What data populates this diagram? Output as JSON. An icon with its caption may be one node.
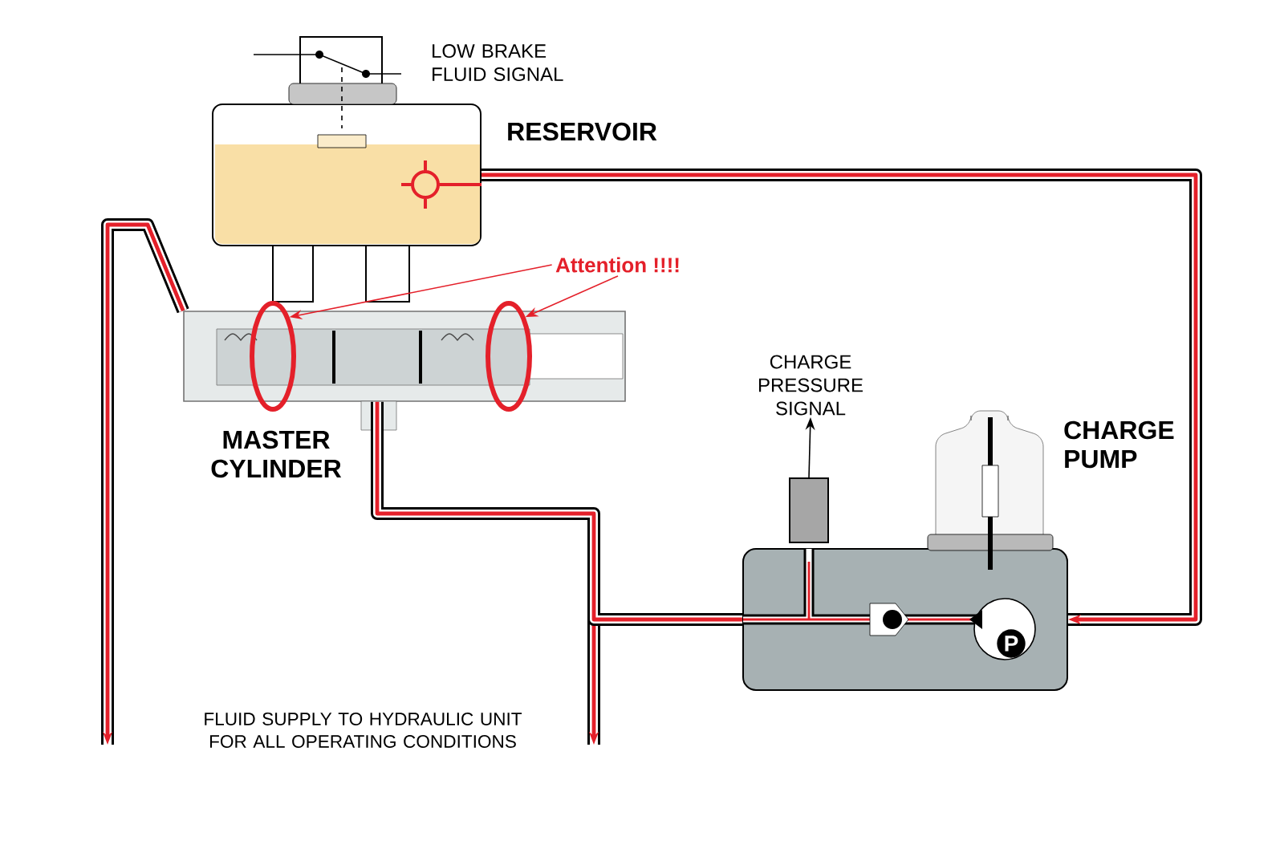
{
  "diagram": {
    "nodes": [
      {
        "text": [
          "RESERVOIR"
        ]
      },
      {
        "text": [
          "MASTER CYLINDER"
        ]
      },
      {
        "text": [
          "Attention !!!!"
        ]
      },
      {
        "text": [],
        "shape": "ellipse"
      },
      {
        "text": [],
        "shape": "ellipse"
      },
      {
        "text": [
          "CHARGE PRESSURE SIGNAL"
        ]
      },
      {
        "text": [
          "CHARGE PUMP"
        ]
      },
      {
        "text": [],
        "shape": "box"
      }
    ],
    "edges": [
      {
        "from": 2,
        "to": 3,
        "arrow": "to",
        "color": "#e4202a"
      },
      {
        "from": 2,
        "to": 4,
        "arrow": "to",
        "color": "#e4202a"
      },
      {
        "from": 7,
        "to": 5,
        "arrow": "to",
        "color": "#000000"
      },
      {
        "from": 0,
        "to": 6,
        "arrow": "to"
      },
      {
        "from": 1,
        "to": null,
        "arrow": "to"
      },
      {
        "from": 6,
        "to": null,
        "arrow": "to"
      },
      {
        "from": 6,
        "to": 1,
        "arrow": "none"
      }
    ],
    "labels": [
      "LOW BRAKE FLUID SIGNAL",
      "P",
      "FLUID SUPPLY TO HYDRAULIC UNIT FOR ALL OPERATING CONDITIONS"
    ]
  }
}
